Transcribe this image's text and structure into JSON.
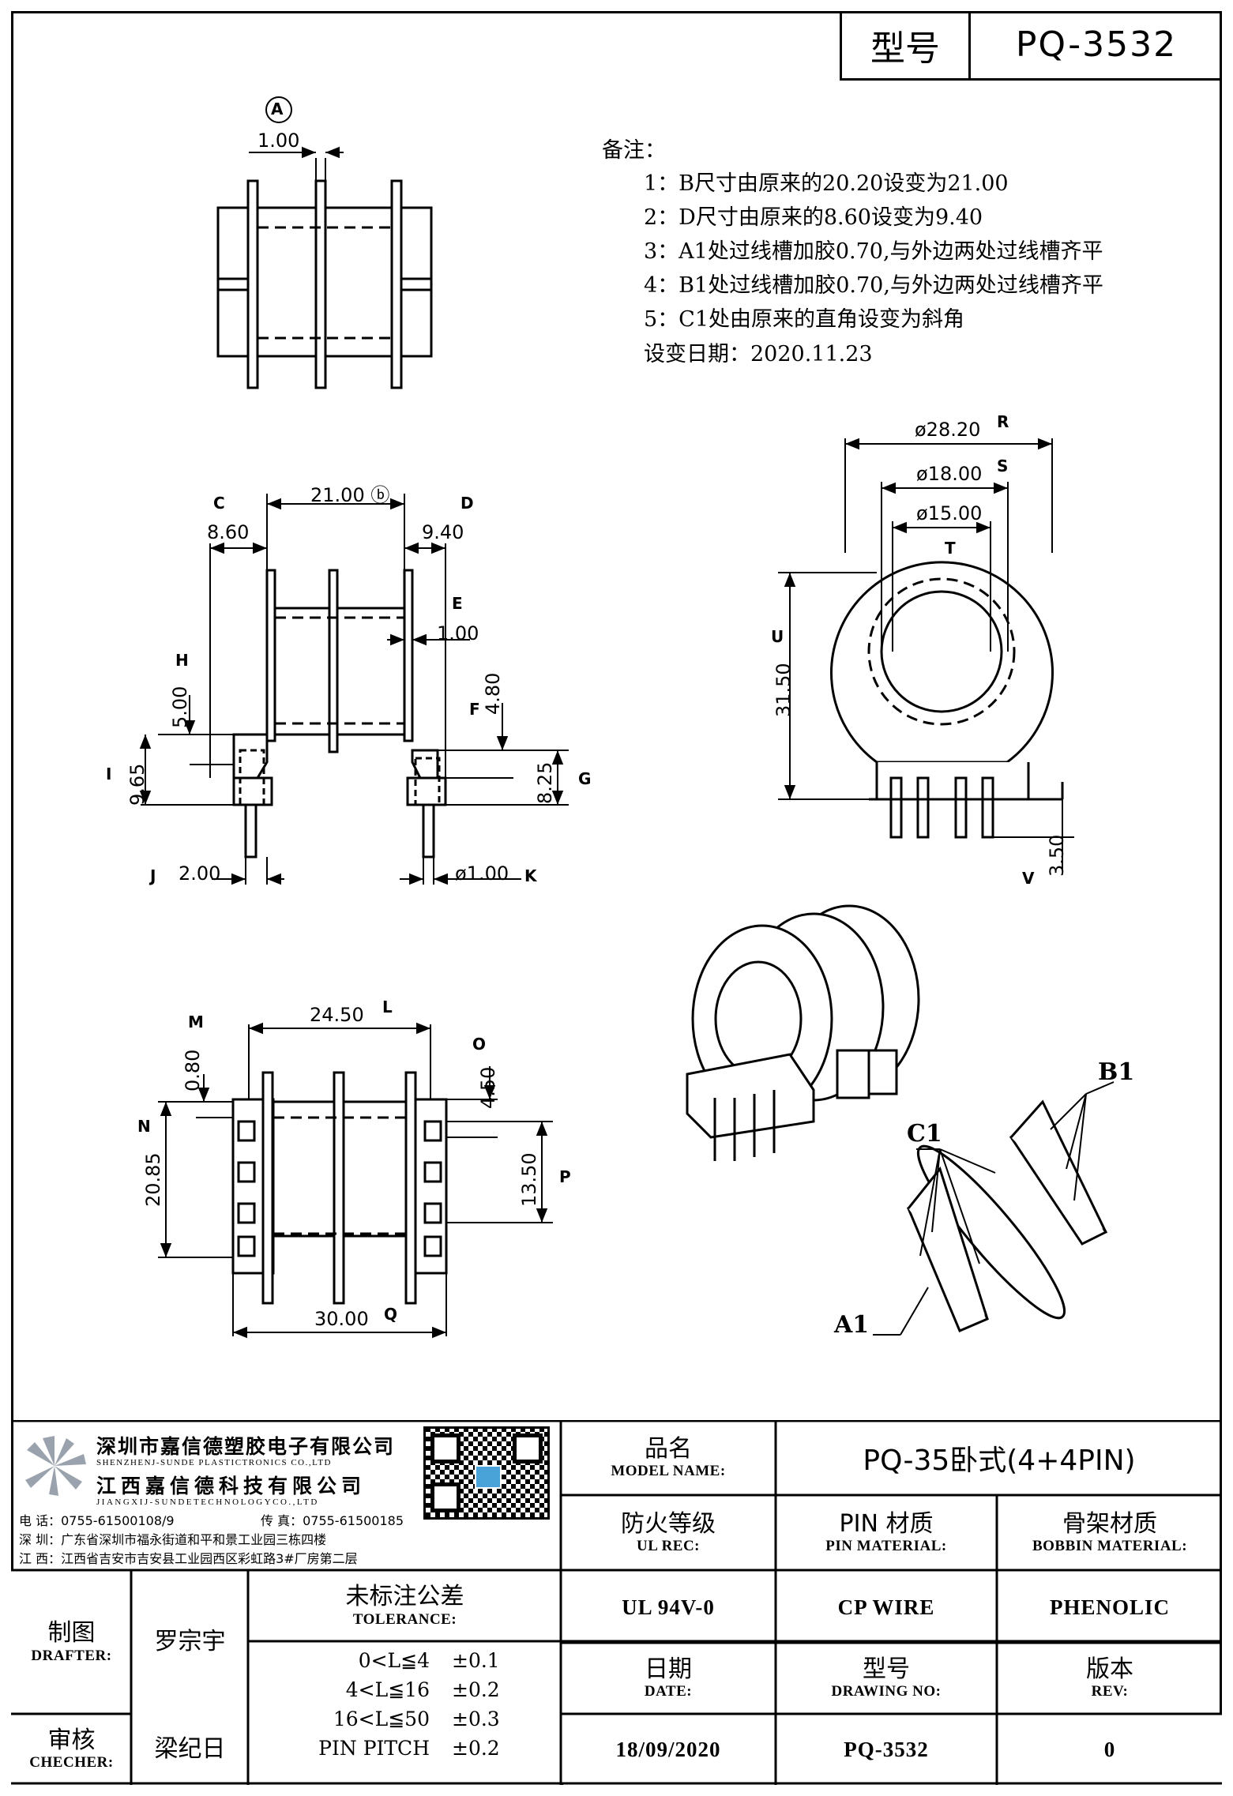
{
  "header": {
    "model_label": "型号",
    "model_value": "PQ-3532"
  },
  "notes": {
    "title": "备注：",
    "items": [
      "1：B尺寸由原来的20.20设变为21.00",
      "2：D尺寸由原来的8.60设变为9.40",
      "3：A1处过线槽加胶0.70,与外边两处过线槽齐平",
      "4：B1处过线槽加胶0.70,与外边两处过线槽齐平",
      "5：C1处由原来的直角设变为斜角"
    ],
    "change_date": "设变日期：2020.11.23"
  },
  "dimensions": {
    "A": {
      "letter": "A",
      "value": "1.00"
    },
    "B": {
      "letter": "B",
      "value": "21.00"
    },
    "C": {
      "letter": "C",
      "value": "8.60"
    },
    "D": {
      "letter": "D",
      "value": "9.40"
    },
    "E": {
      "letter": "E",
      "value": "1.00"
    },
    "F": {
      "letter": "F",
      "value": "4.80"
    },
    "G": {
      "letter": "G",
      "value": "8.25"
    },
    "H": {
      "letter": "H",
      "value": "5.00"
    },
    "I": {
      "letter": "I",
      "value": "9.65"
    },
    "J": {
      "letter": "J",
      "value": "2.00"
    },
    "K": {
      "letter": "K",
      "value": "ø1.00"
    },
    "L": {
      "letter": "L",
      "value": "24.50"
    },
    "M": {
      "letter": "M",
      "value": "0.80"
    },
    "N": {
      "letter": "N",
      "value": "20.85"
    },
    "O": {
      "letter": "O",
      "value": "4.50"
    },
    "P": {
      "letter": "P",
      "value": "13.50"
    },
    "Q": {
      "letter": "Q",
      "value": "30.00"
    },
    "R": {
      "letter": "R",
      "value": "ø28.20"
    },
    "S": {
      "letter": "S",
      "value": "ø18.00"
    },
    "T": {
      "letter": "T",
      "value": "ø15.00"
    },
    "U": {
      "letter": "U",
      "value": "31.50"
    },
    "V": {
      "letter": "V",
      "value": "3.50"
    }
  },
  "callouts": {
    "b1": "B1",
    "c1": "C1",
    "a1": "A1"
  },
  "company": {
    "name_sz": "深圳市嘉信德塑胶电子有限公司",
    "name_sz_en": "SHENZHENJ-SUNDE PLASTICTRONICS CO.,LTD",
    "name_jx": "江西嘉信德科技有限公司",
    "name_jx_en": "JIANGXIJ-SUNDETECHNOLOGYCO.,LTD",
    "phone": "电 话：0755-61500108/9",
    "fax": "传 真：0755-61500185",
    "addr_sz": "深 圳：广东省深圳市福永街道和平和景工业园三栋四楼",
    "addr_jx": "江 西：江西省吉安市吉安县工业园西区彩虹路3#厂房第二层"
  },
  "title_block": {
    "product_name_cn": "品名",
    "product_name_en": "MODEL NAME:",
    "product_name_value": "PQ-35卧式(4+4PIN)",
    "ul_cn": "防火等级",
    "ul_en": "UL REC:",
    "ul_value": "UL 94V-0",
    "pin_cn": "PIN 材质",
    "pin_en": "PIN MATERIAL:",
    "pin_value": "CP WIRE",
    "bobbin_cn": "骨架材质",
    "bobbin_en": "BOBBIN MATERIAL:",
    "bobbin_value": "PHENOLIC",
    "drafter_cn": "制图",
    "drafter_en": "DRAFTER:",
    "drafter_value": "罗宗宇",
    "checker_cn": "审核",
    "checker_en": "CHECHER:",
    "checker_value": "梁纪日",
    "tolerance_cn": "未标注公差",
    "tolerance_en": "TOLERANCE:",
    "tolerance_rows": [
      {
        "range": "0<L≦4",
        "tol": "±0.1"
      },
      {
        "range": "4<L≦16",
        "tol": "±0.2"
      },
      {
        "range": "16<L≦50",
        "tol": "±0.3"
      },
      {
        "range": "PIN PITCH",
        "tol": "±0.2"
      }
    ],
    "date_cn": "日期",
    "date_en": "DATE:",
    "date_value": "18/09/2020",
    "drawing_cn": "型号",
    "drawing_en": "DRAWING NO:",
    "drawing_value": "PQ-3532",
    "rev_cn": "版本",
    "rev_en": "REV:",
    "rev_value": "0"
  }
}
